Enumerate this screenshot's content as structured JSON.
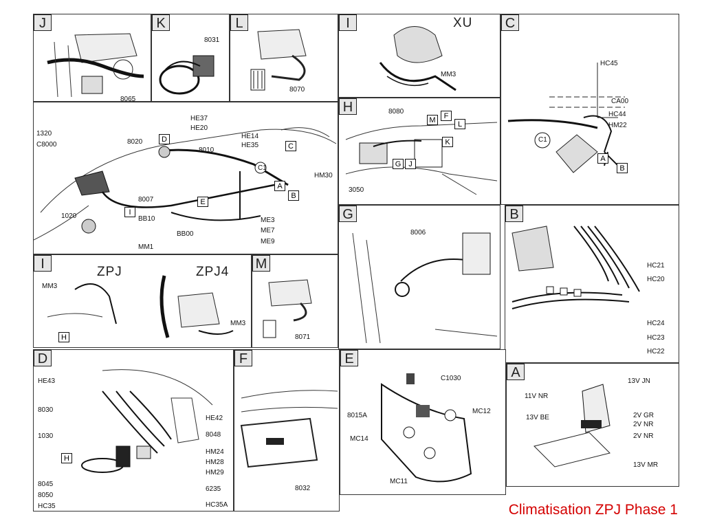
{
  "caption": "Climatisation ZPJ  Phase 1",
  "panels": {
    "J": {
      "tag": "J",
      "labels": [
        "8065"
      ]
    },
    "K": {
      "tag": "K",
      "labels": [
        "8031"
      ]
    },
    "L": {
      "tag": "L",
      "labels": [
        "8070"
      ]
    },
    "I_top": {
      "tag": "I",
      "variant": "XU",
      "labels": [
        "MM3"
      ]
    },
    "C": {
      "tag": "C",
      "labels": [
        "HC45",
        "CA00",
        "HC44",
        "HM22",
        "C1"
      ],
      "boxes": [
        "A",
        "B"
      ]
    },
    "main": {
      "labels": [
        "HE37",
        "HE20",
        "HE14",
        "HE35",
        "8010",
        "8020",
        "1320",
        "C8000",
        "HM30",
        "1020",
        "8007",
        "BB10",
        "BB00",
        "ME3",
        "ME7",
        "ME9",
        "MM1",
        "C1"
      ],
      "boxes": [
        "D",
        "C",
        "A",
        "B",
        "E",
        "I"
      ]
    },
    "H": {
      "tag": "H",
      "labels": [
        "8080",
        "3050"
      ],
      "boxes": [
        "M",
        "F",
        "L",
        "K",
        "G",
        "J"
      ]
    },
    "G": {
      "tag": "G",
      "labels": [
        "8006"
      ]
    },
    "B": {
      "tag": "B",
      "labels": [
        "HC21",
        "HC20",
        "HC24",
        "HC23",
        "HC22"
      ]
    },
    "I_mid": {
      "tag": "I",
      "variants": [
        "ZPJ",
        "ZPJ4"
      ],
      "labels": [
        "MM3",
        "MM3"
      ],
      "boxes": [
        "H"
      ]
    },
    "M": {
      "tag": "M",
      "labels": [
        "8071"
      ]
    },
    "D": {
      "tag": "D",
      "labels": [
        "HE43",
        "8030",
        "HE42",
        "1030",
        "8048",
        "HM24",
        "HM28",
        "HM29",
        "8045",
        "8050",
        "6235",
        "HC35",
        "HC35A"
      ],
      "boxes": [
        "H"
      ]
    },
    "F": {
      "tag": "F",
      "labels": [
        "8032"
      ]
    },
    "E": {
      "tag": "E",
      "labels": [
        "C1030",
        "8015A",
        "MC12",
        "MC14",
        "MC11"
      ]
    },
    "A": {
      "tag": "A",
      "labels": [
        "13V JN",
        "11V NR",
        "13V BE",
        "2V GR",
        "2V NR",
        "2V NR",
        "13V MR"
      ]
    }
  }
}
